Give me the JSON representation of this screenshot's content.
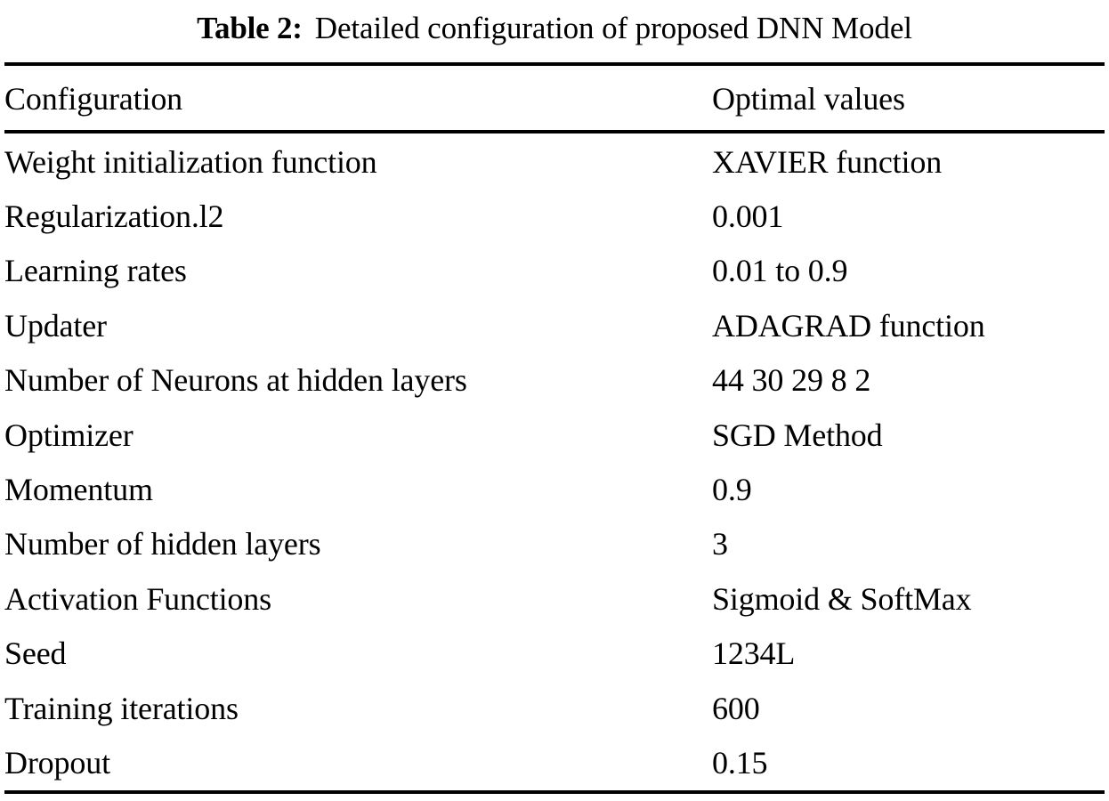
{
  "caption": {
    "label": "Table 2:",
    "text": "Detailed configuration of proposed DNN Model"
  },
  "table": {
    "columns": [
      "Configuration",
      "Optimal values"
    ],
    "rows": [
      {
        "configuration": "Weight initialization function",
        "optimal_value": "XAVIER function"
      },
      {
        "configuration": "Regularization.l2",
        "optimal_value": "0.001"
      },
      {
        "configuration": "Learning rates",
        "optimal_value": "0.01 to 0.9"
      },
      {
        "configuration": "Updater",
        "optimal_value": "ADAGRAD function"
      },
      {
        "configuration": "Number of Neurons at hidden layers",
        "optimal_value": "44 30 29 8 2"
      },
      {
        "configuration": "Optimizer",
        "optimal_value": "SGD Method"
      },
      {
        "configuration": "Momentum",
        "optimal_value": "0.9"
      },
      {
        "configuration": "Number of hidden layers",
        "optimal_value": "3"
      },
      {
        "configuration": "Activation Functions",
        "optimal_value": "Sigmoid & SoftMax"
      },
      {
        "configuration": "Seed",
        "optimal_value": "1234L"
      },
      {
        "configuration": "Training iterations",
        "optimal_value": "600"
      },
      {
        "configuration": "Dropout",
        "optimal_value": "0.15"
      }
    ]
  },
  "style": {
    "text_color": "#000000",
    "background_color": "#ffffff",
    "rule_color": "#000000"
  }
}
